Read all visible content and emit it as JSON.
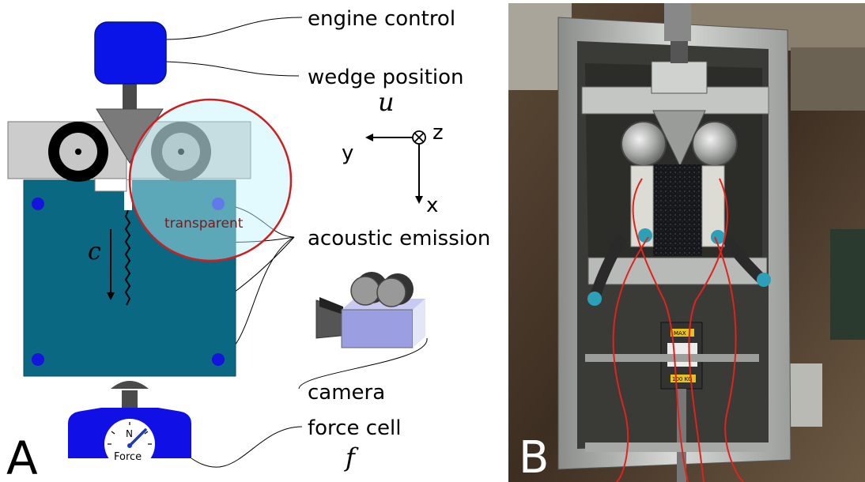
{
  "panel_a": {
    "letter": "A",
    "labels": {
      "engine_control": "engine control",
      "wedge_position": "wedge position",
      "wedge_symbol": "u",
      "acoustic_emission": "acoustic emission",
      "camera": "camera",
      "force_cell": "force cell",
      "force_symbol": "f",
      "crack_symbol": "c",
      "transparent": "transparent"
    },
    "axes": {
      "y": "y",
      "z": "z",
      "x": "x"
    },
    "gauge": {
      "north": "N",
      "caption": "Force"
    }
  },
  "panel_b": {
    "letter": "B",
    "sample_labels": {
      "top": "MAX",
      "bottom": "100 KG"
    }
  },
  "colors": {
    "motor_blue": "#0a14e8",
    "sample_teal": "#0b6882",
    "sensor_blue": "#1414dc",
    "lens_red": "#cc2020",
    "camera_purple": "#9b9ee0",
    "force_blue": "#1010e6",
    "steel": "#c9cbc9",
    "wire_red": "#e0231c"
  }
}
